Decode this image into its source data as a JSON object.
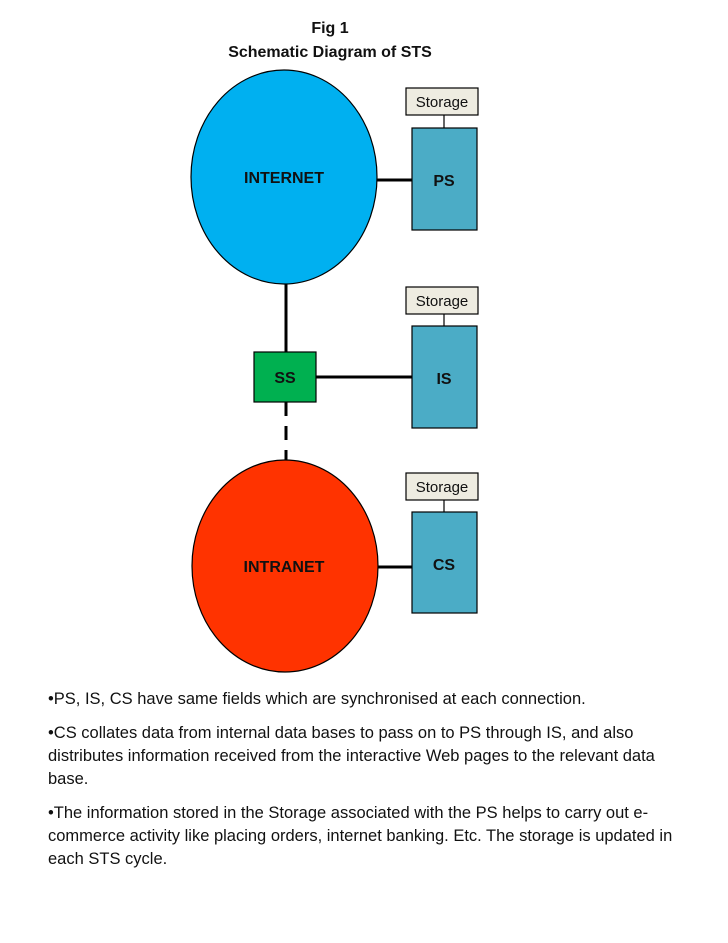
{
  "figure": {
    "number": "Fig 1",
    "title": "Schematic Diagram of STS"
  },
  "nodes": {
    "internet": {
      "label": "INTERNET",
      "color": "#00b0f0"
    },
    "intranet": {
      "label": "INTRANET",
      "color": "#ff3300"
    },
    "ss": {
      "label": "SS",
      "color": "#00b050"
    },
    "ps": {
      "label": "PS",
      "color": "#4bacc6"
    },
    "is": {
      "label": "IS",
      "color": "#4bacc6"
    },
    "cs": {
      "label": "CS",
      "color": "#4bacc6"
    },
    "storage_ps": {
      "label": "Storage",
      "color": "#eeece1"
    },
    "storage_is": {
      "label": "Storage",
      "color": "#eeece1"
    },
    "storage_cs": {
      "label": "Storage",
      "color": "#eeece1"
    }
  },
  "notes": [
    "•PS, IS, CS have same fields which are synchronised at each connection.",
    "•CS collates data from internal data bases to pass on to PS through IS, and also distributes information received from the interactive Web pages to the relevant data base.",
    "•The information stored in the Storage associated with the PS helps to carry out e-commerce activity like placing orders, internet banking. Etc. The storage is updated in each STS cycle."
  ]
}
